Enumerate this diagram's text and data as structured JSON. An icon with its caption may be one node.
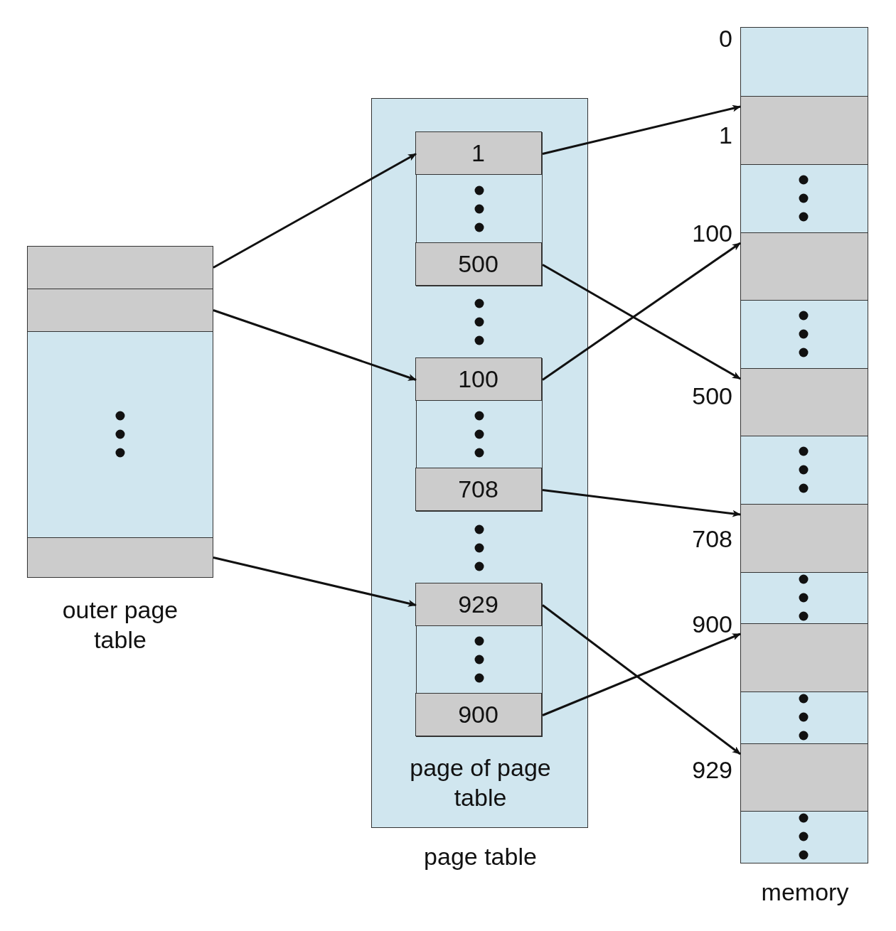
{
  "diagram": {
    "nodes": [
      {
        "text": [
          "outer page table"
        ]
      },
      {
        "text": [],
        "shape": "box",
        "in": 0
      },
      {
        "text": [],
        "shape": "box",
        "in": 0
      },
      {
        "text": [],
        "shape": "box",
        "in": 0
      },
      {
        "text": [
          "page of page table",
          "page table"
        ]
      },
      {
        "text": [],
        "shape": "box",
        "in": 4
      },
      {
        "text": [
          "1"
        ],
        "in": 5
      },
      {
        "text": [
          "500"
        ],
        "in": 5
      },
      {
        "text": [],
        "shape": "box",
        "in": 4
      },
      {
        "text": [
          "100"
        ],
        "in": 8
      },
      {
        "text": [
          "708"
        ],
        "in": 8
      },
      {
        "text": [],
        "shape": "box",
        "in": 4
      },
      {
        "text": [
          "929"
        ],
        "in": 11
      },
      {
        "text": [
          "900"
        ],
        "in": 11
      },
      {
        "text": [
          "memory"
        ]
      },
      {
        "text": [],
        "shape": "box",
        "in": 14
      },
      {
        "text": [],
        "shape": "box",
        "in": 14
      },
      {
        "text": [],
        "shape": "box",
        "in": 14
      },
      {
        "text": [],
        "shape": "box",
        "in": 14
      },
      {
        "text": [],
        "shape": "box",
        "in": 14
      },
      {
        "text": [],
        "shape": "box",
        "in": 14
      }
    ],
    "edges": [
      {
        "from": 1,
        "to": 6,
        "arrow": "to"
      },
      {
        "from": 2,
        "to": 9,
        "arrow": "to"
      },
      {
        "from": 3,
        "to": 12,
        "arrow": "to"
      },
      {
        "from": 6,
        "to": 15,
        "arrow": "to"
      },
      {
        "from": 7,
        "to": 17,
        "arrow": "to"
      },
      {
        "from": 9,
        "to": 16,
        "arrow": "to"
      },
      {
        "from": 10,
        "to": 18,
        "arrow": "to"
      },
      {
        "from": 12,
        "to": 20,
        "arrow": "to"
      },
      {
        "from": 13,
        "to": 19,
        "arrow": "to"
      }
    ],
    "labels": [
      "0",
      "1",
      "100",
      "500",
      "708",
      "900",
      "929"
    ]
  }
}
